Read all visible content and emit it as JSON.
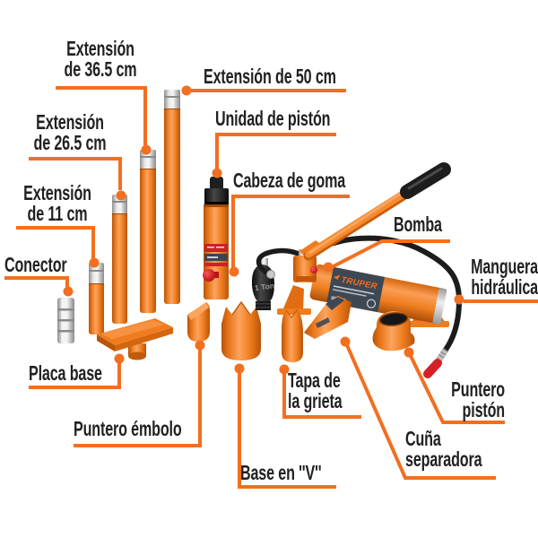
{
  "meta": {
    "description": "Labeled parts diagram of a Truper hydraulic porta-power jack kit",
    "background": "#FFFFFF"
  },
  "colors": {
    "accent_leader": "#F26F21",
    "label_text": "#232020",
    "part_orange": "#EF7D1F",
    "part_orange_dark": "#B85409",
    "part_silver": "#C9C9C9",
    "part_black": "#1C1C1C",
    "pump_band_navy": "#3E4854",
    "valve_red": "#D42127"
  },
  "branding": {
    "pump_logo": "TRUPER",
    "rubber_head_marking": "1 Ton"
  },
  "labels": {
    "extension_36_5": "Extensión\nde 36.5 cm",
    "extension_50": "Extensión de 50 cm",
    "extension_26_5": "Extensión\nde 26.5 cm",
    "extension_11": "Extensión\nde 11 cm",
    "conector": "Conector",
    "placa_base": "Placa base",
    "puntero_embolo": "Puntero émbolo",
    "base_en_v": "Base en ''V''",
    "unidad_piston": "Unidad de pistón",
    "cabeza_goma": "Cabeza de goma",
    "bomba": "Bomba",
    "manguera": "Manguera\nhidráulica",
    "tapa_grieta": "Tapa de\nla grieta",
    "cuna_separadora": "Cuña\nseparadora",
    "puntero_piston": "Puntero\npistón"
  }
}
